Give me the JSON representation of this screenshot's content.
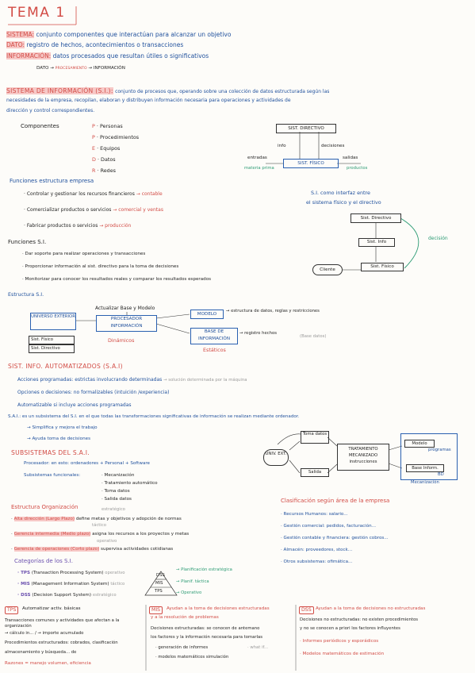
{
  "title": "TEMA 1",
  "definitions": {
    "sistema": {
      "term": "SISTEMA:",
      "text": "conjunto componentes que interactúan para alcanzar un objetivo"
    },
    "dato": {
      "term": "DATO:",
      "text": "registro de hechos, acontecimientos o transacciones"
    },
    "informacion": {
      "term": "INFORMACIÓN:",
      "text": "datos procesados que resultan útiles o significativos"
    },
    "flow": {
      "from": "DATO",
      "arrow": "→",
      "middle": "PROCESAMIENTO",
      "to": "→ INFORMACIÓN"
    }
  },
  "si": {
    "heading": "SISTEMA DE INFORMACIÓN (S.I.):",
    "line1": "conjunto de procesos que, operando sobre una colección de datos estructurada según las",
    "line2": "necesidades de la empresa, recopilan, elaboran y distribuyen información necesaria para operaciones y actividades de",
    "line3": "dirección y control correspondientes.",
    "componentes_label": "Componentes",
    "componentes": [
      {
        "key": "P",
        "label": "· Personas"
      },
      {
        "key": "P",
        "label": "· Procedimientos"
      },
      {
        "key": "E",
        "label": "· Equipos"
      },
      {
        "key": "D",
        "label": "· Datos"
      },
      {
        "key": "R",
        "label": "· Redes"
      }
    ]
  },
  "sist_diagram": {
    "directivo": "SIST. DIRECTIVO",
    "fisico": "SIST. FÍSICO",
    "info": "info",
    "decisiones": "decisiones",
    "entradas": "entradas",
    "materia_prima": "materia prima",
    "salidas": "salidas",
    "productos": "productos"
  },
  "funciones_empresa": {
    "heading": "Funciones estructura empresa",
    "items": [
      {
        "text": "Controlar y gestionar los recursos financieros",
        "result": "→ contable"
      },
      {
        "text": "Comercializar productos o servicios",
        "result": "→ comercial y ventas"
      },
      {
        "text": "Fabricar productos o servicios",
        "result": "→ producción"
      }
    ]
  },
  "si_interfaz": {
    "heading1": "S.I. como interfaz entre",
    "heading2": "el sistema físico y el directivo",
    "directivo": "Sist. Directivo",
    "info": "Sist. Info",
    "fisico": "Sist. Físico",
    "cliente": "Cliente",
    "decision": "decisión"
  },
  "funciones_si": {
    "heading": "Funciones S.I.",
    "items": [
      "· Dar soporte para realizar operaciones y transacciones",
      "· Proporcionar información al sist. directivo para la toma de decisiones",
      "· Monitorizar para conocer los resultados reales y comparar los resultados esperados"
    ]
  },
  "estructura_si": {
    "heading": "Estructura S.I.",
    "actualizar": "Actualizar Base y Modelo",
    "universo": "UNIVERSO EXTERIOR",
    "procesador": "PROCESADOR INFORMACIÓN",
    "dinamicos": "Dinámicos",
    "modelo": "MODELO",
    "base": "BASE DE INFORMACIÓN",
    "estaticos": "Estáticos",
    "sist_fisico": "Sist. Físico",
    "sist_directivo": "Sist. Directivo",
    "modelo_note": "→ estructura de datos, reglas y restricciones",
    "base_note": "→ registro hechos",
    "base_data": "(Base datos)"
  },
  "sia": {
    "heading": "SIST. INFO. AUTOMATIZADOS (S.A.I)",
    "acciones": "Acciones programadas: estrictas involucrando determinadas",
    "acciones_note": "→ solución determinada por la máquina",
    "opciones": "Opciones o decisiones: no formalizables (intuición /experiencia)",
    "automatizable": "Automatizable si incluye acciones programadas",
    "sai_def": "S.A.I.: es un subsistema del S.I. en el que todas las transformaciones significativas de información se realizan mediante ordenador.",
    "bullet1": "→ Simplifica y mejora el trabajo",
    "bullet2": "→ Ayuda toma de decisiones",
    "subsistemas_heading": "SUBSISTEMAS DEL S.A.I.",
    "procesador": "Procesador: en esto: ordenadores + Personal + Software",
    "subsistemas_label": "Subsistemas funcionales:",
    "subsistemas": [
      "· Mecanización",
      "· Tratamiento automático",
      "· Toma datos",
      "· Salida datos"
    ]
  },
  "sai_diagram": {
    "universo": "UNIV. EXT.",
    "toma": "Toma datos",
    "tratamiento": "TRATAMIENTO MECANIZADO",
    "instrucciones": "instrucciones",
    "salida": "Salida",
    "modelo": "Modelo",
    "programas": "programas",
    "base": "Base Inform.",
    "bd": "BD",
    "mecanizacion": "Mecanización"
  },
  "estructura_org": {
    "heading": "Estructura Organización",
    "estrategico": "estratégico",
    "tactico": "táctico",
    "operativo": "operativo",
    "items": [
      {
        "label": "Alta dirección (Largo Plazo)",
        "text": "define metas y objetivos y adopción de normas"
      },
      {
        "label": "Gerencia intermedia (Medio plazo)",
        "text": "asigna los recursos a los proyectos y metas"
      },
      {
        "label": "Gerencia de operaciones (Corto plazo)",
        "text": "supervisa actividades cotidianas"
      }
    ]
  },
  "clasificacion": {
    "heading": "Clasificación según área de la empresa",
    "items": [
      "· Recursos Humanos: salario...",
      "· Gestión comercial: pedidos, facturación...",
      "· Gestión contable y financiera: gestión cobros...",
      "· Almacén: proveedores, stock...",
      "· Otros subsistemas: ofimática..."
    ]
  },
  "categorias": {
    "heading": "Categorías de los S.I.",
    "items": [
      {
        "abbr": "· TPS",
        "full": "(Transaction Processing System)",
        "tag": "operativo"
      },
      {
        "abbr": "· MIS",
        "full": "(Management Information System)",
        "tag": "táctico"
      },
      {
        "abbr": "· DSS",
        "full": "(Decision Support System)",
        "tag": "estratégico"
      }
    ],
    "pyramid": {
      "top": "DSS",
      "mid": "MIS",
      "bottom": "TPS"
    },
    "pyramid_notes": [
      "→ Planificación estratégica",
      "→ Planif. táctica",
      "→ Operativo"
    ]
  },
  "tps_box": {
    "tag": "TPS",
    "lines": [
      "Automatizar activ. básicas",
      "Transacciones comunes y actividades que afectan a la organización",
      "→ cálculo in... / → importe acumulado",
      "Procedimientos estructurados: cobrados, clasificación",
      "almacenamiento y búsqueda... de",
      "Razones = manejo volumen, eficiencia"
    ]
  },
  "mis_box": {
    "tag": "MIS",
    "lines": [
      "Ayudan a la toma de decisiones estructuradas",
      "y a la resolución de problemas",
      "Decisiones estructuradas: se conocen de antemano",
      "los factores y la información necesaria para tomarlas",
      "· generación de informes",
      "· modelos matemáticos simulación",
      "· what if..."
    ]
  },
  "dss_box": {
    "tag": "DSS",
    "lines": [
      "Ayudan a la toma de decisiones no estructuradas",
      "Decisiones no estructuradas: no existen procedimientos",
      "y no se conocen a priori los factores influyentes",
      "· Informes periódicos y esporádicos",
      "· Modelos matemáticos de estimación"
    ]
  }
}
